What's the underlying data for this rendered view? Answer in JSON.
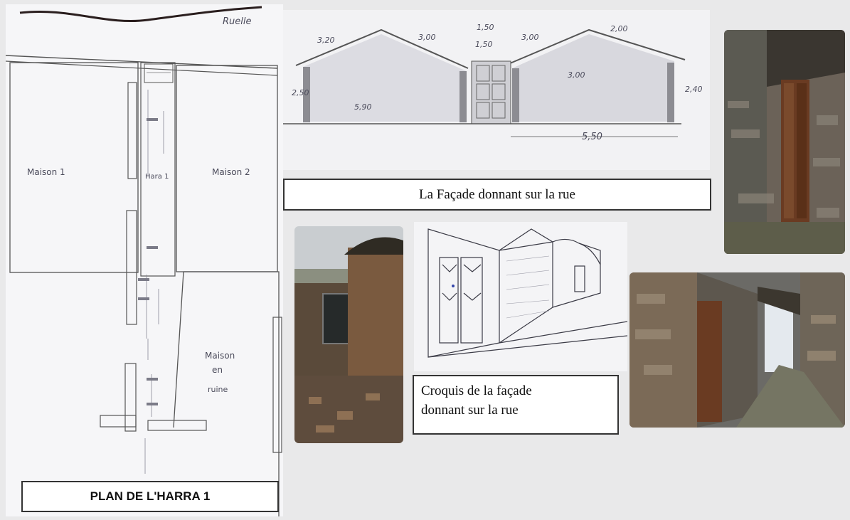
{
  "plan": {
    "caption": "PLAN DE L'HARRA 1",
    "labels": {
      "top": "Ruelle",
      "house1": "Maison 1",
      "house2": "Maison 2",
      "passage": "Hara 1",
      "ruin_line1": "Maison",
      "ruin_line2": "en",
      "ruin_line3": "ruine"
    }
  },
  "elevation": {
    "caption": "La Façade donnant sur la rue",
    "dims": {
      "d1": "3,20",
      "d2": "3,00",
      "d3": "1,50",
      "d4": "1,50",
      "d5": "3,00",
      "d6": "2,00",
      "left_h": "2,50",
      "mid_w": "5,90",
      "right_h": "2,40",
      "center_h": "3,00",
      "bottom": "5,50"
    }
  },
  "sketch": {
    "caption_line1": "Croquis de la façade",
    "caption_line2": "donnant sur la rue"
  },
  "colors": {
    "background": "#e9e9ea",
    "stone": "#6b6258",
    "wood": "#6a3b22",
    "pencil": "#3b3b46"
  }
}
